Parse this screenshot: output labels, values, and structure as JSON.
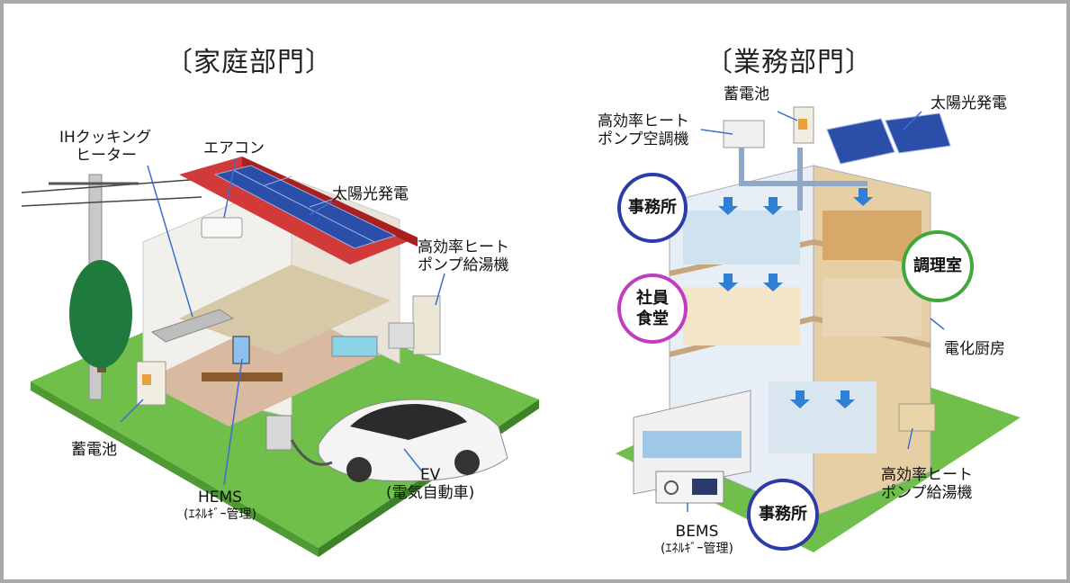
{
  "headings": {
    "home": "〔家庭部門〕",
    "business": "〔業務部門〕"
  },
  "home_labels": {
    "ih_line1": "IHクッキング",
    "ih_line2": "ヒーター",
    "aircon": "エアコン",
    "solar": "太陽光発電",
    "heatpump_line1": "高効率ヒート",
    "heatpump_line2": "ポンプ給湯機",
    "battery": "蓄電池",
    "hems_line1": "HEMS",
    "hems_line2": "(ｴﾈﾙｷﾞｰ管理)",
    "ev_line1": "EV",
    "ev_line2": "(電気自動車)"
  },
  "business_labels": {
    "battery": "蓄電池",
    "hp_ac_line1": "高効率ヒート",
    "hp_ac_line2": "ポンプ空調機",
    "solar": "太陽光発電",
    "kitchen": "電化厨房",
    "hp_water_line1": "高効率ヒート",
    "hp_water_line2": "ポンプ給湯機",
    "bems_line1": "BEMS",
    "bems_line2": "(ｴﾈﾙｷﾞｰ管理)"
  },
  "business_circles": {
    "office_top": "事務所",
    "cafeteria_line1": "社員",
    "cafeteria_line2": "食堂",
    "cooking_room": "調理室",
    "office_bottom": "事務所"
  },
  "colors": {
    "frame_border": "#a9a9a9",
    "grass": "#6fbf4a",
    "roof_red": "#d23a3a",
    "solar_blue": "#2b4fa8",
    "office_circle": "#2d3aa8",
    "cafeteria_circle": "#c23cbf",
    "cooking_circle": "#3fa83a"
  }
}
